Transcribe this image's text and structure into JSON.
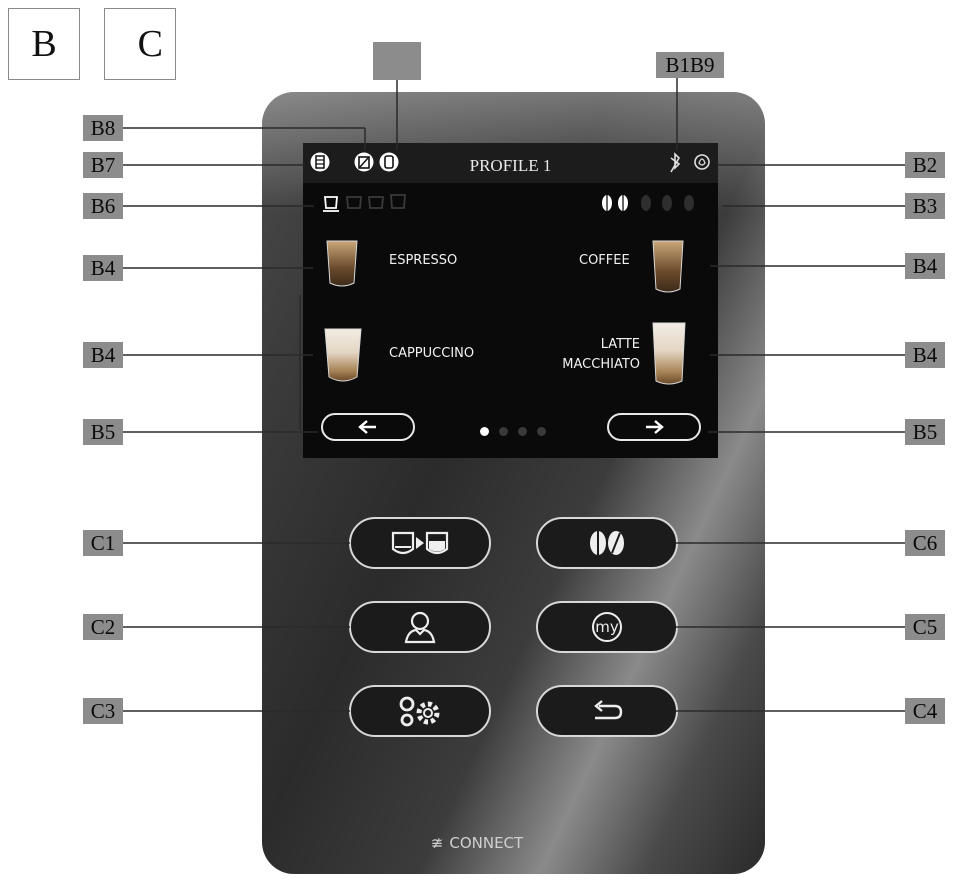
{
  "legend": {
    "b": "B",
    "c": "C"
  },
  "screen": {
    "profile_title": "PROFILE 1",
    "beverages": [
      {
        "label": "ESPRESSO"
      },
      {
        "label": "COFFEE"
      },
      {
        "label": "CAPPUCCINO"
      },
      {
        "label_line1": "LATTE",
        "label_line2": "MACCHIATO"
      }
    ],
    "page_dots": {
      "count": 4,
      "active_index": 0
    },
    "status_icons": [
      "water-tank-icon",
      "drip-tray-icon",
      "grounds-container-icon",
      "bluetooth-icon",
      "energy-saving-icon"
    ],
    "cup_size_icons": [
      "cup-size-1-icon",
      "cup-size-2-icon",
      "cup-size-3-icon",
      "cup-size-4-icon"
    ],
    "aroma_levels": {
      "count": 5,
      "active": 2
    }
  },
  "keys": [
    {
      "icon": "cup-to-cup-icon"
    },
    {
      "icon": "user-profile-icon"
    },
    {
      "icon": "settings-gears-icon"
    },
    {
      "icon": "coffee-beans-icon"
    },
    {
      "icon": "my-icon",
      "text": "my"
    },
    {
      "icon": "back-arrow-icon"
    }
  ],
  "connect_label": "CONNECT",
  "callouts": {
    "b1b9": "B1B9",
    "b2": "B2",
    "b3": "B3",
    "b4": "B4",
    "b5": "B5",
    "b6": "B6",
    "b7": "B7",
    "b8": "B8",
    "c1": "C1",
    "c2": "C2",
    "c3": "C3",
    "c4": "C4",
    "c5": "C5",
    "c6": "C6"
  },
  "colors": {
    "callout_fill": "#8c8c8c",
    "panel": "#2e2e2e",
    "screen": "#0a0a0a",
    "leader_line": "#3a3a3a"
  }
}
